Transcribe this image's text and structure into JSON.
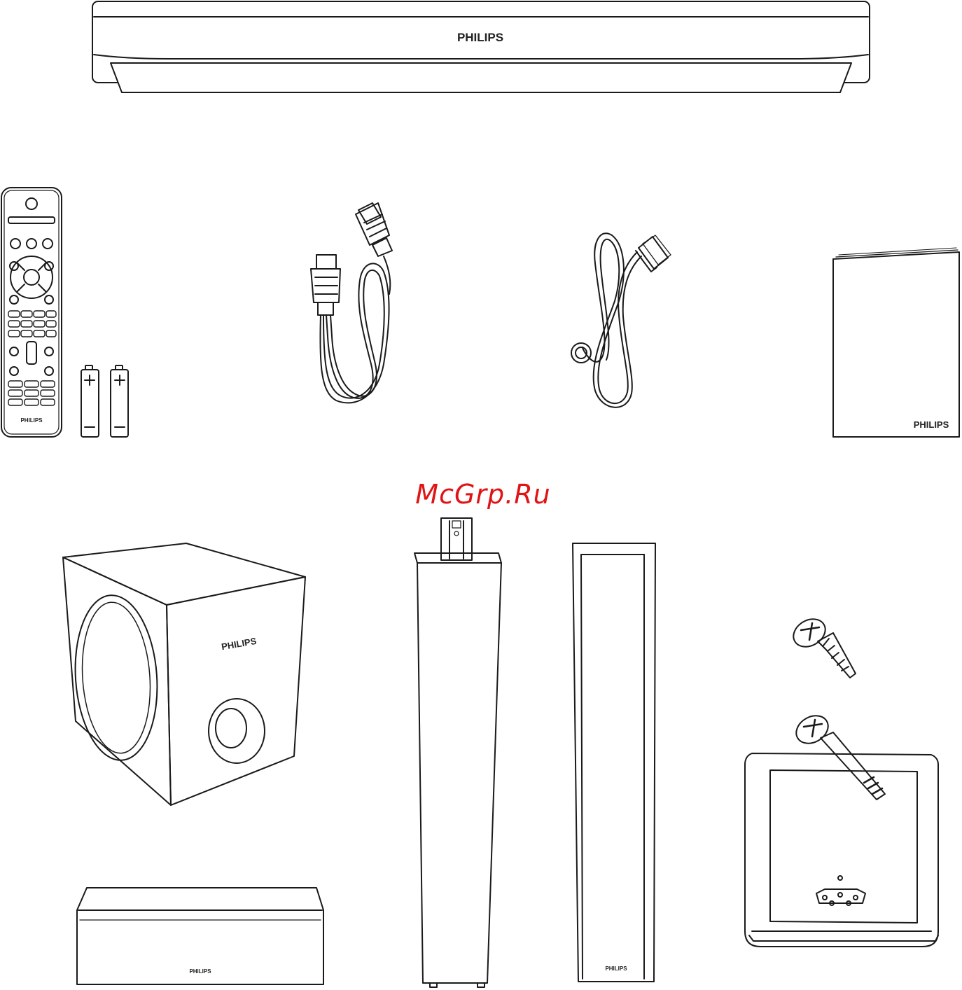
{
  "brand": {
    "logo_text": "PHILIPS"
  },
  "watermark": {
    "text": "McGrp.Ru",
    "color": "#e01414"
  },
  "items": [
    {
      "name": "main-unit"
    },
    {
      "name": "remote-control"
    },
    {
      "name": "batteries"
    },
    {
      "name": "hdmi-cable"
    },
    {
      "name": "network-cable"
    },
    {
      "name": "user-manual"
    },
    {
      "name": "subwoofer"
    },
    {
      "name": "center-speaker"
    },
    {
      "name": "tall-speaker-with-connector"
    },
    {
      "name": "tall-speaker"
    },
    {
      "name": "screws"
    },
    {
      "name": "speaker-stand-base"
    }
  ]
}
